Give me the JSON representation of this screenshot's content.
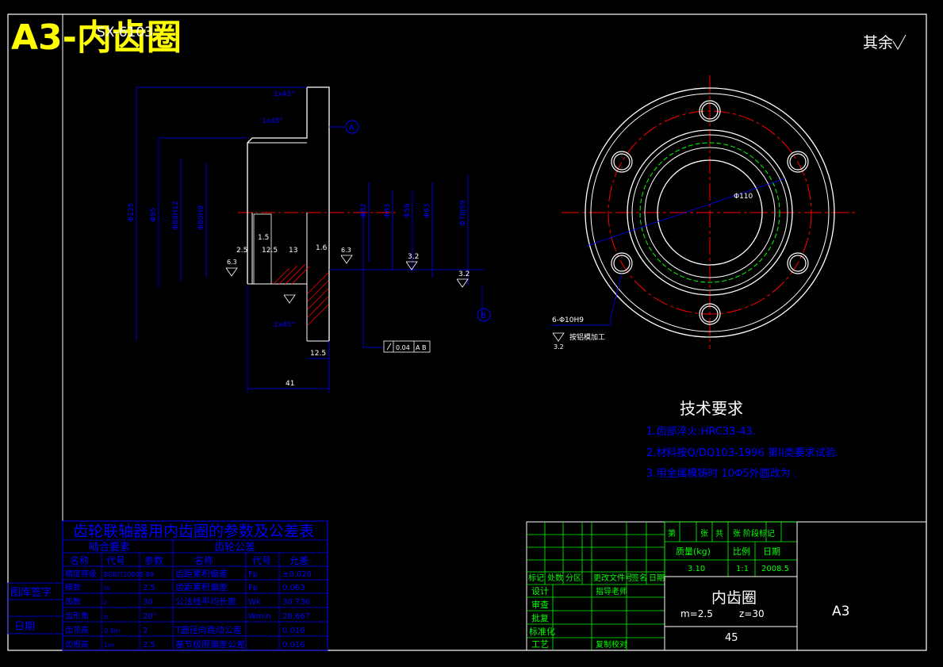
{
  "header": {
    "sheet_title": "A3-内齿圈",
    "overlay_text": "SX-6103",
    "roughness_note": "其余"
  },
  "colors": {
    "background": "#000000",
    "frame": "#ffffff",
    "dimension": "#0000ff",
    "centerline": "#ff0000",
    "geometry": "#ffffff",
    "table_lines": "#00ff00",
    "title_yellow": "#ffff00"
  },
  "section_view": {
    "chamfer_labels": [
      "1x45°",
      "1x45°",
      "1x45°"
    ],
    "datum_labels": [
      "A",
      "B"
    ],
    "diameter_labels": [
      "Φ135",
      "Φ95",
      "Φ88H12",
      "Φ80H9",
      "Φ82",
      "Φ65",
      "Φ58",
      "Φ63",
      "Φ78JS9"
    ],
    "small_dims": [
      "2.5",
      "1.5",
      "12.5",
      "13",
      "1.6",
      "3.2",
      "3.2",
      "12.5",
      "6.3",
      "6.3"
    ],
    "width_dim": "41",
    "runout_tolerance": "0.04",
    "runout_datum": "A B"
  },
  "front_view": {
    "pcd_label": "Φ110",
    "hole_callout": "6-Φ10H9",
    "hole_note": "按铝模加工",
    "roughness": "3.2"
  },
  "tech_requirements": {
    "title": "技术要求",
    "items": [
      "1.齿部淬火:HRC33-43.",
      "2.材料按Q/DQ103-1996  第II类要求试验.",
      "3.用金属模铸时 10Φ5外圆改为  ."
    ]
  },
  "param_table": {
    "title": "齿轮联轴器用内齿圈的参数及公差表",
    "group_headers": [
      "啮合要素",
      "齿轮公差"
    ],
    "col_headers": [
      "名称",
      "代号",
      "参数",
      "名称",
      "代号",
      "允差"
    ],
    "rows": [
      [
        "精度等级",
        "8GB/T10095-88",
        "",
        "齿距累积偏差",
        "Fp",
        "±0.020"
      ],
      [
        "模数",
        "m",
        "2.5",
        "齿距累积偏差",
        "Fp",
        "0.063"
      ],
      [
        "齿数",
        "z",
        "30",
        "公法线平均长度",
        "Wk",
        "30.736"
      ],
      [
        "齿形角",
        "α",
        "20°",
        "",
        "Wmin",
        "28.667"
      ],
      [
        "齿顶高",
        "0.8m",
        "2",
        "T圆径向跳动公差",
        "",
        "0.016"
      ],
      [
        "齿根高",
        "1m",
        "2.5",
        "基节极限偏差公差",
        "",
        "0.016"
      ]
    ]
  },
  "side_labels": [
    "图库签字",
    "日期"
  ],
  "title_block": {
    "sheet_info": [
      "第",
      "张",
      "共",
      "张",
      "阶段标记"
    ],
    "mass_header": "质量(kg)",
    "scale_header": "比例",
    "date_header": "日期",
    "mass_value": "3.10",
    "scale_value": "1:1",
    "date_value": "2008.5",
    "change_header": [
      "标记",
      "处数",
      "分区",
      "更改文件号",
      "签名",
      "日期"
    ],
    "roles": [
      "设计",
      "审查",
      "批复",
      "标准化",
      "工艺"
    ],
    "signer_1": "指导老师",
    "signer_2": "复制校对",
    "part_name": "内齿圈",
    "module_note": "m=2.5",
    "teeth_note": "z=30",
    "material": "45",
    "paper_size": "A3"
  }
}
